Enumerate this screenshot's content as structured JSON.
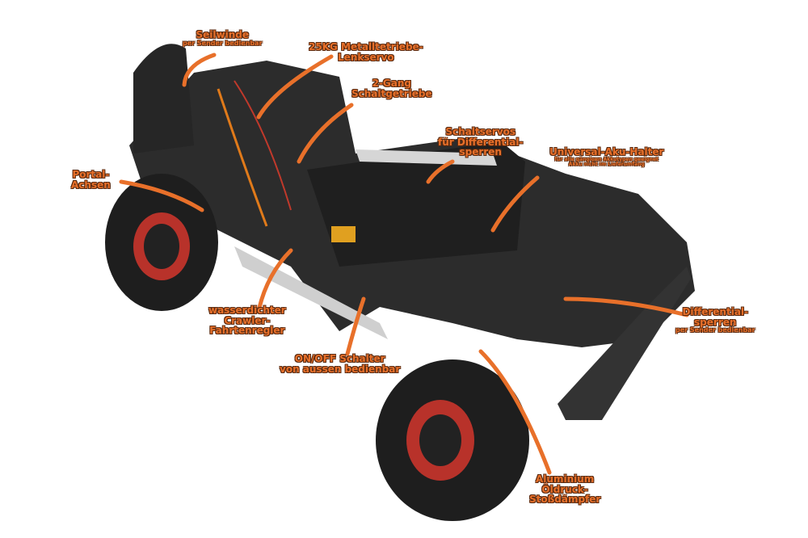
{
  "labels": {
    "winch": {
      "main": "Seilwinde",
      "sub": "per Sender bedienbar"
    },
    "servo": {
      "main1": "25KG Metalltetriebe-",
      "main2": "Lenkservo"
    },
    "gearbox": {
      "main1": "2-Gang",
      "main2": "Schaltgetriebe"
    },
    "diff_servos": {
      "main1": "Schaltservos",
      "main2": "für Differential-",
      "main3": "sperren"
    },
    "battery_holder": {
      "main": "Universal-Aku-Halter",
      "sub1": "für alle gängigen Akkutypen geeignet",
      "sub2": "Akku nicht im Lieferumfang"
    },
    "portal_axles": {
      "main1": "Portal-",
      "main2": "Achsen"
    },
    "esc": {
      "main1": "wasserdichter",
      "main2": "Crawler-",
      "main3": "Fahrtenregler"
    },
    "switch": {
      "main1": "ON/OFF Schalter",
      "main2": "von aussen bedienbar"
    },
    "diff_locks": {
      "main1": "Differential-",
      "main2": "sperren",
      "sub": "per Sender bedienbar"
    },
    "shocks": {
      "main1": "Aluminium",
      "main2": "Öldruck-",
      "main3": "Stoßdämpfer"
    }
  },
  "colors": {
    "accent": "#e8702a",
    "outline": "#5a2a10",
    "chassis": "#2b2b2b",
    "tire": "#1e1e1e",
    "rim": "#b8322a"
  }
}
